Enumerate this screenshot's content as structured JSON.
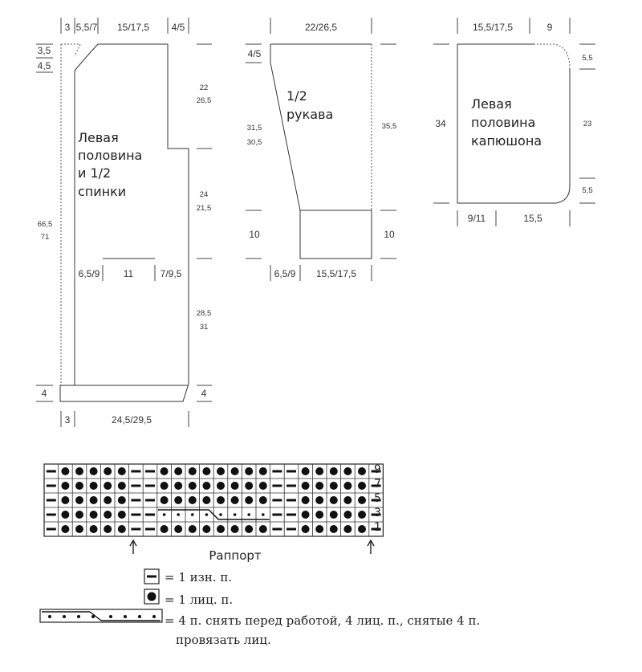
{
  "front": {
    "title_lines": [
      "Левая",
      "половина",
      "и 1/2",
      "спинки"
    ],
    "top_dims": [
      "3",
      "5,5/7",
      "15/17,5",
      "4/5"
    ],
    "left_neck": [
      "3,5",
      "4,5"
    ],
    "left_height": [
      "66,5",
      "71"
    ],
    "right_top": [
      "22",
      "26,5"
    ],
    "right_mid": [
      "24",
      "21,5"
    ],
    "right_low": [
      "28,5",
      "31"
    ],
    "pocket_dims": [
      "6,5/9",
      "11",
      "7/9,5"
    ],
    "band_left": "4",
    "band_right": "4",
    "bottom_dims": [
      "3",
      "24,5/29,5"
    ]
  },
  "sleeve": {
    "title_lines": [
      "1/2",
      "рукава"
    ],
    "top_dim": "22/26,5",
    "left_top": "4/5",
    "left_mid": [
      "31,5",
      "30,5"
    ],
    "right_mid": "35,5",
    "cuff_left": "10",
    "cuff_right": "10",
    "bottom_dims": [
      "6,5/9",
      "15,5/17,5"
    ]
  },
  "hood": {
    "title_lines": [
      "Левая",
      "половина",
      "капюшона"
    ],
    "top_dims": [
      "15,5/17,5",
      "9"
    ],
    "left_height": "34",
    "right_dims": [
      "5,5",
      "23",
      "5,5"
    ],
    "bottom_dims": [
      "9/11",
      "15,5"
    ]
  },
  "chart": {
    "row_numbers": [
      "9",
      "7",
      "5",
      "3",
      "1"
    ],
    "rapport_label": "Раппорт",
    "columns": [
      "p",
      "k",
      "k",
      "k",
      "k",
      "k",
      "p",
      "p",
      "k",
      "k",
      "k",
      "k",
      "k",
      "k",
      "k",
      "k",
      "p",
      "p",
      "k",
      "k",
      "k",
      "k",
      "k",
      "p"
    ],
    "cable_row": "3"
  },
  "legend": {
    "purl": "= 1 изн. п.",
    "knit": "= 1 лиц. п.",
    "cable_line1": "= 4 п. снять перед работой, 4 лиц. п., снятые 4 п.",
    "cable_line2": "провязать лиц."
  }
}
